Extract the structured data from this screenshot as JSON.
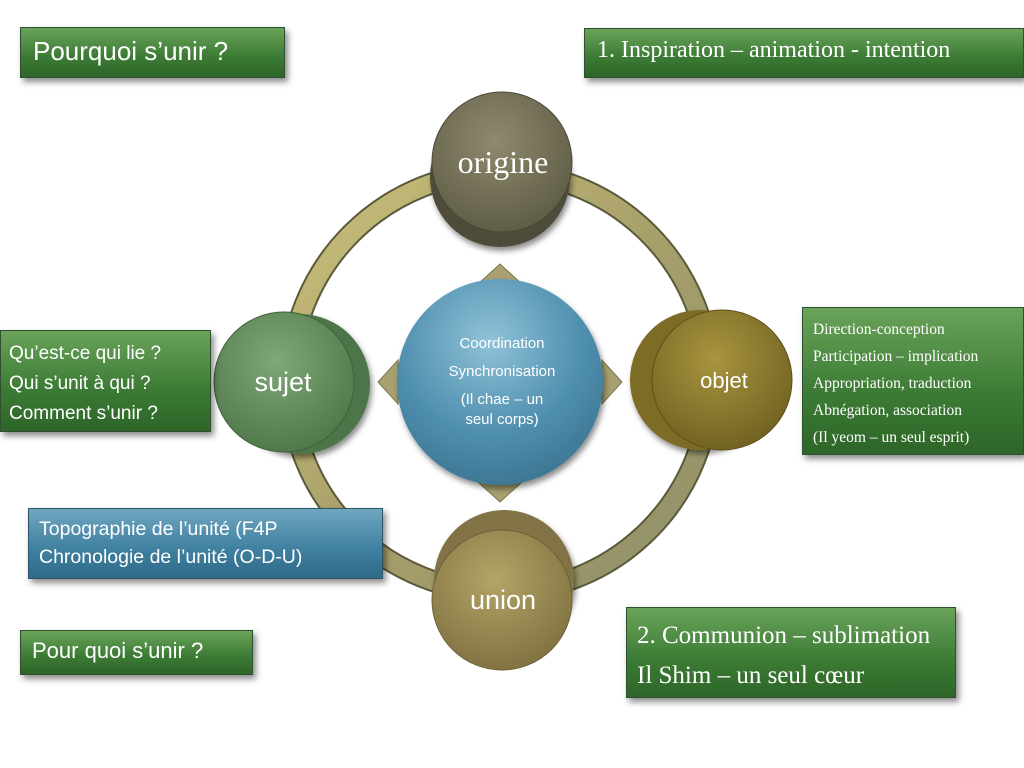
{
  "title": "Pourquoi s’unir ?",
  "inspiration": "1. Inspiration – animation - intention",
  "left_questions": [
    "Qu’est-ce qui lie ?",
    "Qui s’unit à qui ?",
    "Comment s’unir ?"
  ],
  "right_list": [
    "Direction-conception",
    "Participation – implication",
    "Appropriation, traduction",
    "Abnégation, association",
    "(Il yeom – un seul esprit)"
  ],
  "topography": [
    "Topographie de l’unité (F4P",
    "Chronologie de l’unité (O-D-U)"
  ],
  "pourquoi_bottom": "Pour quoi s’unir ?",
  "communion": [
    "2. Communion – sublimation",
    "Il Shim – un seul cœur"
  ],
  "nodes": {
    "origine": "origine",
    "objet": "objet",
    "union": "union",
    "sujet": "sujet"
  },
  "center": [
    "Coordination",
    "Synchronisation",
    "(Il chae – un",
    "seul corps)"
  ],
  "colors": {
    "green_box": "#3b7a34",
    "blue_box": "#3f7f9f",
    "origine": "#6e6a52",
    "objet": "#8c7a2e",
    "union": "#9a8a4e",
    "sujet": "#5f8a5a",
    "center": "#4f8fae"
  }
}
